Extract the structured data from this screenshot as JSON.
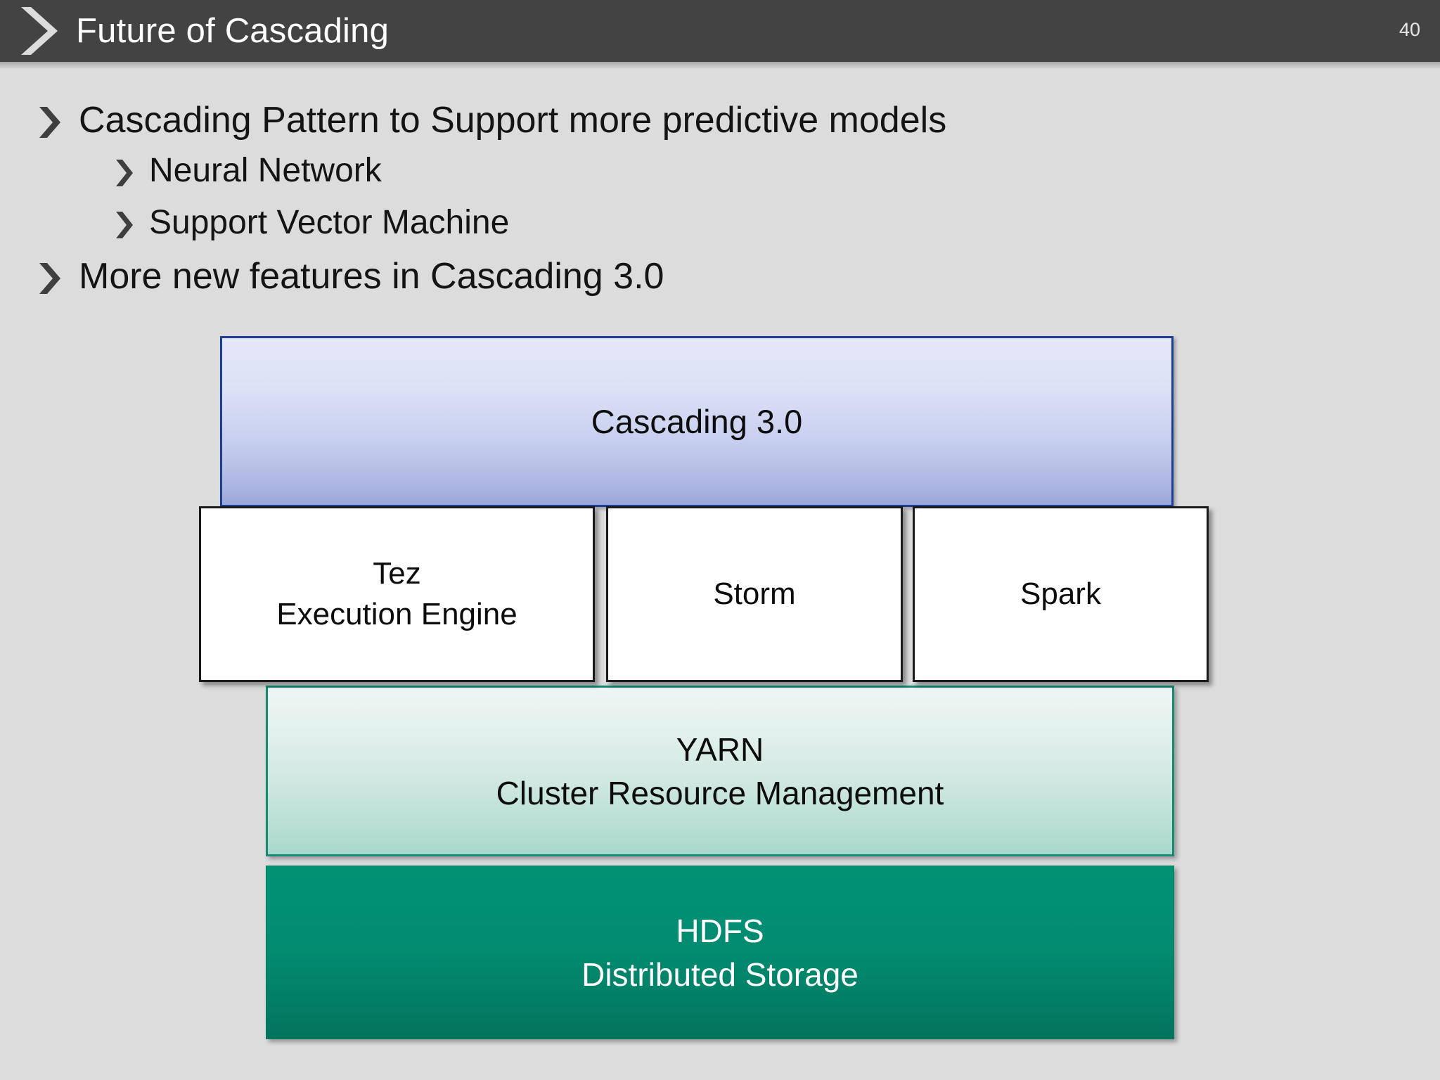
{
  "header": {
    "title": "Future of Cascading",
    "page_number": "40",
    "chevron_icon": "chevron-right-icon",
    "bar_color": "#434343",
    "title_color": "#ffffff"
  },
  "slide": {
    "background_color": "#dcdcdc"
  },
  "bullets": [
    {
      "level": 1,
      "marker_icon": "chevron-right-bullet-icon",
      "text": "Cascading Pattern to Support more predictive models"
    },
    {
      "level": 2,
      "marker_icon": "chevron-right-bullet-icon",
      "text": "Neural Network"
    },
    {
      "level": 2,
      "marker_icon": "chevron-right-bullet-icon",
      "text": "Support Vector Machine"
    },
    {
      "level": 1,
      "marker_icon": "chevron-right-bullet-icon",
      "text": "More new features in Cascading 3.0"
    }
  ],
  "diagram": {
    "cascading": {
      "line1": "Cascading 3.0",
      "border_color": "#1f3f94",
      "fill_top": "#e3e7f8",
      "fill_bottom": "#9aa6da"
    },
    "engines": [
      {
        "line1": "Tez",
        "line2": "Execution Engine",
        "border_color": "#1a1a1a",
        "fill": "#ffffff"
      },
      {
        "line1": "Storm",
        "line2": "",
        "border_color": "#1a1a1a",
        "fill": "#ffffff"
      },
      {
        "line1": "Spark",
        "line2": "",
        "border_color": "#1a1a1a",
        "fill": "#ffffff"
      }
    ],
    "yarn": {
      "line1": "YARN",
      "line2": "Cluster Resource Management",
      "border_color": "#178a72",
      "fill_top": "#eef6f4",
      "fill_bottom": "#a8d8cb"
    },
    "hdfs": {
      "line1": "HDFS",
      "line2": "Distributed Storage",
      "border_color": "#0a7a60",
      "fill_top": "#039174",
      "fill_bottom": "#03735c",
      "text_color": "#ffffff"
    }
  }
}
